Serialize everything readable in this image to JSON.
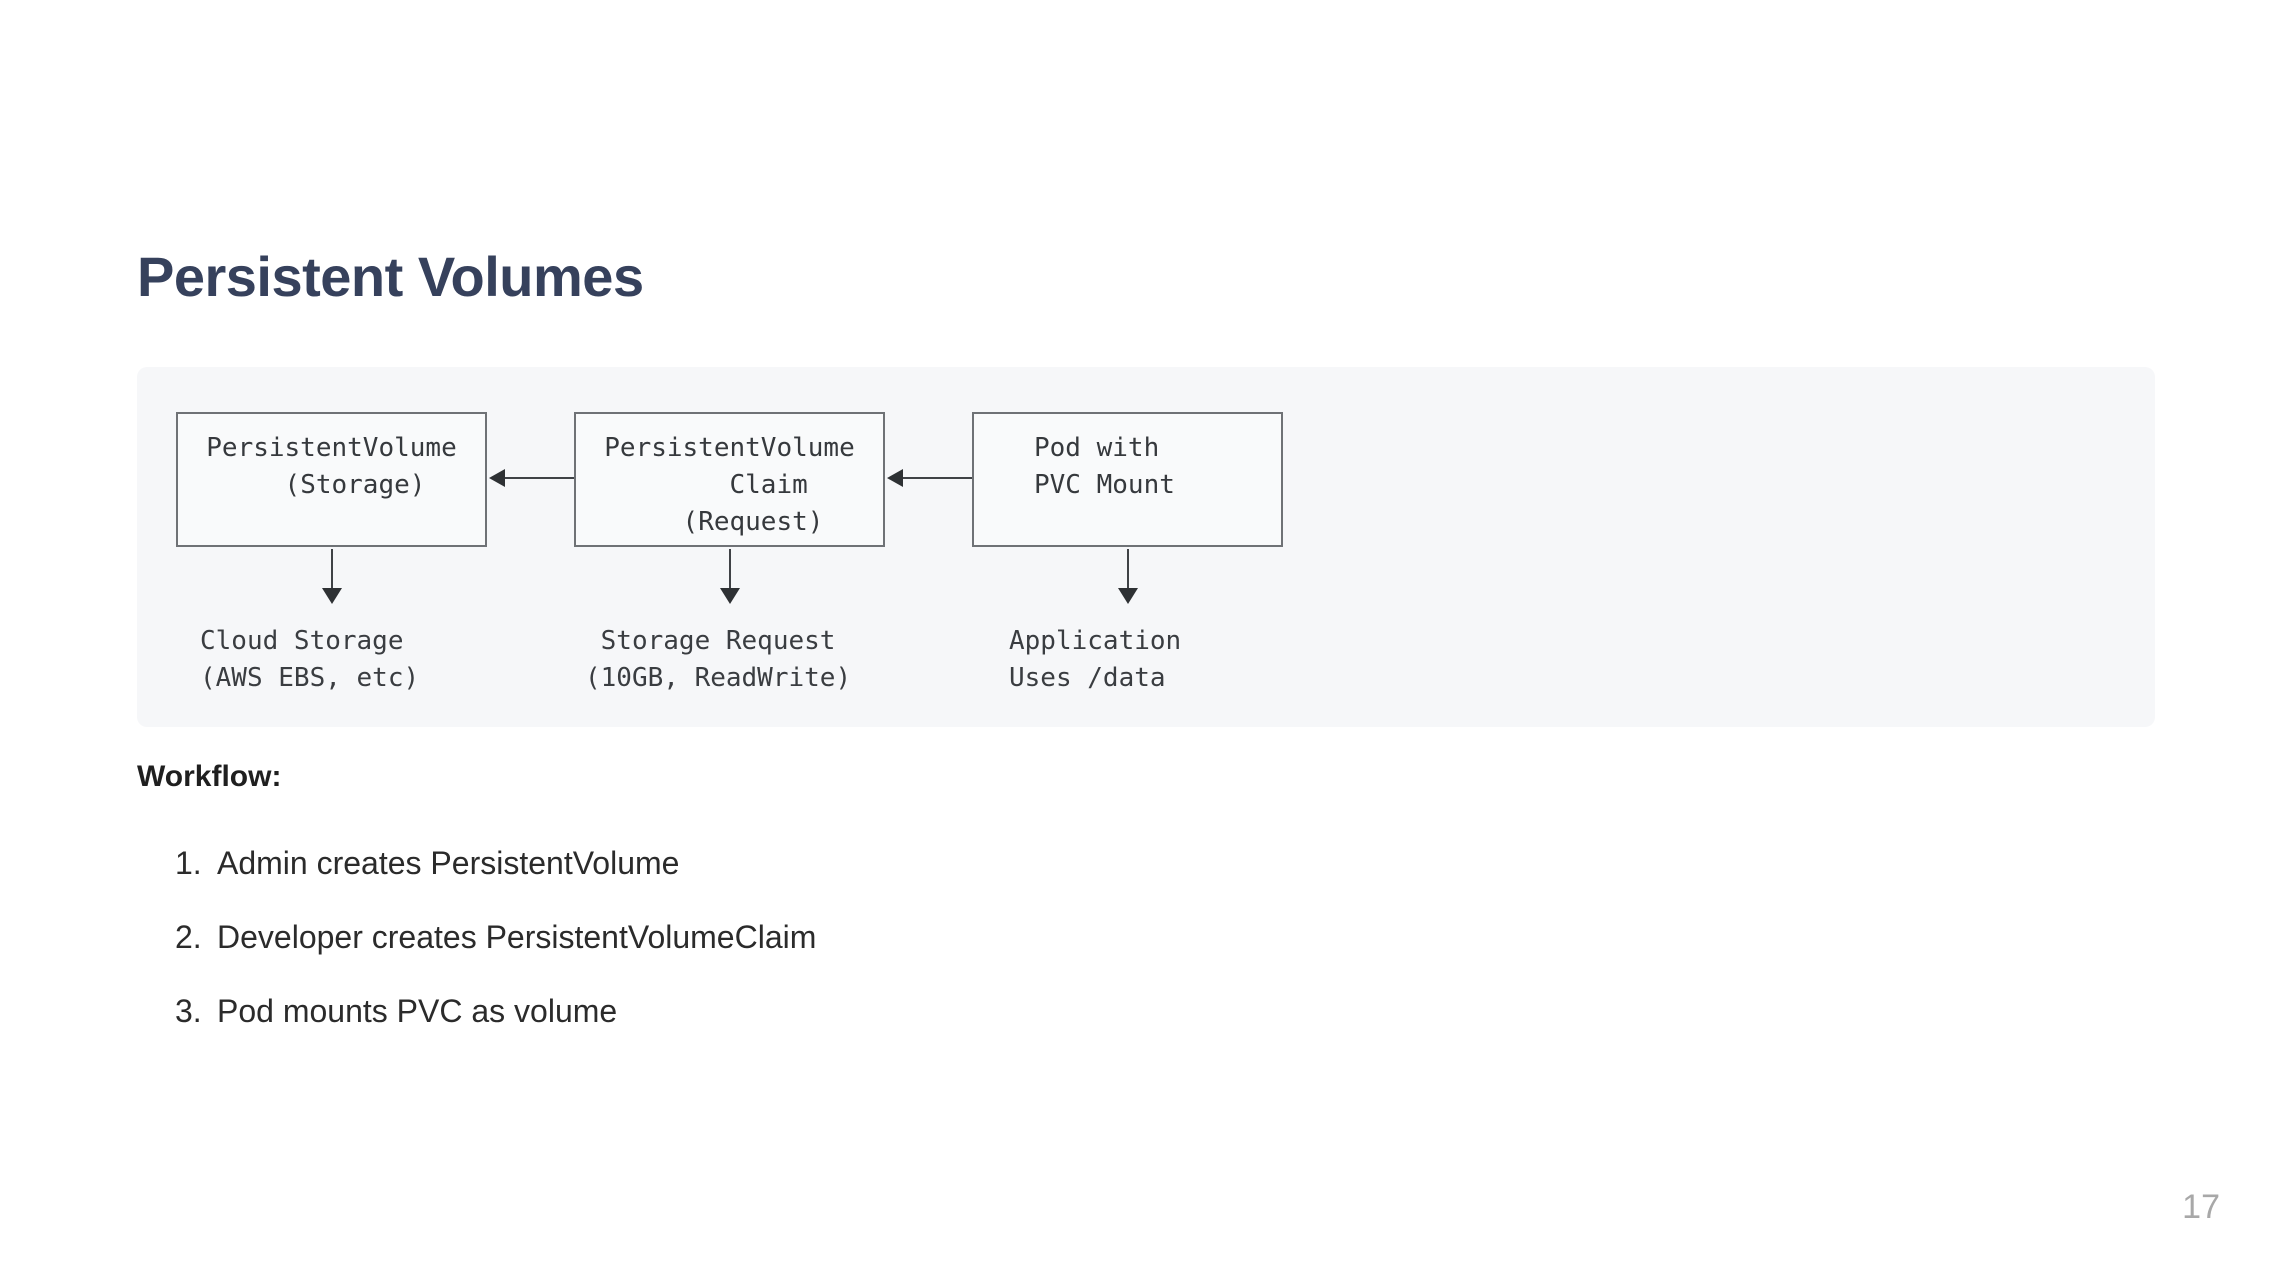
{
  "slide": {
    "title": "Persistent Volumes",
    "page_number": "17"
  },
  "diagram": {
    "boxes": [
      {
        "name": "persistent-volume",
        "lines": "PersistentVolume\n   (Storage)"
      },
      {
        "name": "persistent-volume-claim",
        "lines": "PersistentVolume\n     Claim\n   (Request)"
      },
      {
        "name": "pod-with-pvc-mount",
        "lines": "Pod with\nPVC Mount"
      }
    ],
    "captions": [
      {
        "name": "cloud-storage",
        "lines": "Cloud Storage\n(AWS EBS, etc)"
      },
      {
        "name": "storage-request",
        "lines": " Storage Request\n(10GB, ReadWrite)"
      },
      {
        "name": "application-uses-data",
        "lines": "Application\nUses /data"
      }
    ]
  },
  "workflow": {
    "heading": "Workflow:",
    "items": [
      {
        "num": "1.",
        "text": "Admin creates PersistentVolume"
      },
      {
        "num": "2.",
        "text": "Developer creates PersistentVolumeClaim"
      },
      {
        "num": "3.",
        "text": "Pod mounts PVC as volume"
      }
    ]
  },
  "colors": {
    "title": "#36415c",
    "panel_bg": "#f6f7f9",
    "box_border": "#6f7276",
    "body_text": "#2b2b2b",
    "page_number": "#a8a8a8"
  }
}
